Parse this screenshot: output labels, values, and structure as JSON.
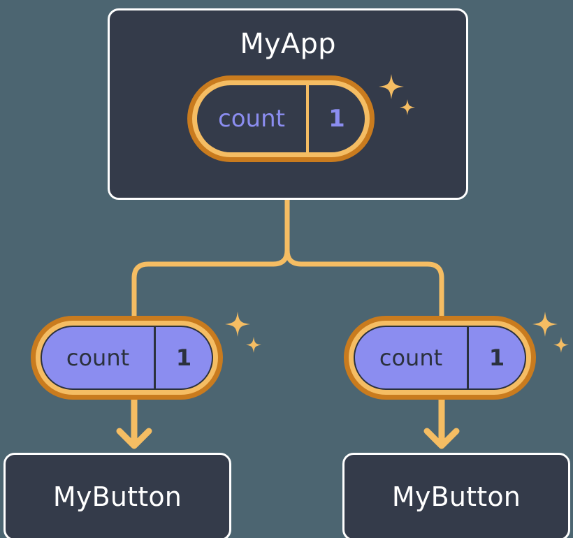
{
  "diagram": {
    "title_node": {
      "label": "MyApp",
      "state_pill": {
        "key": "count",
        "value": "1",
        "style": "dark-fill"
      },
      "sparkle": "sparkle-icon"
    },
    "children": [
      {
        "state_pill": {
          "key": "count",
          "value": "1",
          "style": "purple-fill"
        },
        "sparkle": "sparkle-icon",
        "label": "MyButton"
      },
      {
        "state_pill": {
          "key": "count",
          "value": "1",
          "style": "purple-fill"
        },
        "sparkle": "sparkle-icon",
        "label": "MyButton"
      }
    ]
  },
  "colors": {
    "page_background": "#4c6571",
    "card_background": "#343b4a",
    "card_border": "#ffffff",
    "pill_outer_ring": "#c97b1e",
    "pill_inner_ring": "#f5bd63",
    "pill_purple_fill": "#8b8df0",
    "accent_text": "#8b8df0",
    "connector": "#f5bd63",
    "sparkle": "#f5bd63",
    "dark_text": "#2b313d"
  }
}
